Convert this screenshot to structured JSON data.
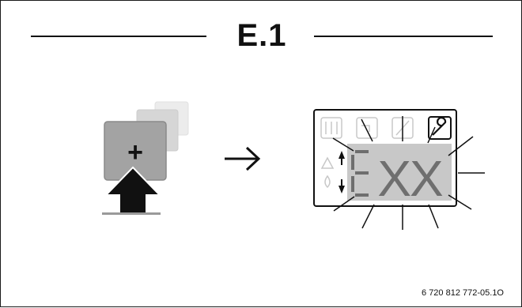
{
  "title": "E.1",
  "keypad": {
    "button_symbol": "+"
  },
  "display": {
    "digits": "XX"
  },
  "caption": "6 720 812 772-05.1O",
  "colors": {
    "outline": "#1a1a1a",
    "button_face": "#9d9d9d",
    "button_shadow_1": "#cfcfcf",
    "button_shadow_2": "#e8e8e8",
    "segment_gray": "#8f8f8f",
    "faint_icon": "#c8c8c8"
  },
  "icons": [
    "press-arrow-icon",
    "right-arrow-icon",
    "radiator-icon",
    "tap-icon",
    "boiler-off-icon",
    "wrench-icon",
    "warning-icon",
    "flame-icon",
    "up-down-arrows-icon"
  ]
}
